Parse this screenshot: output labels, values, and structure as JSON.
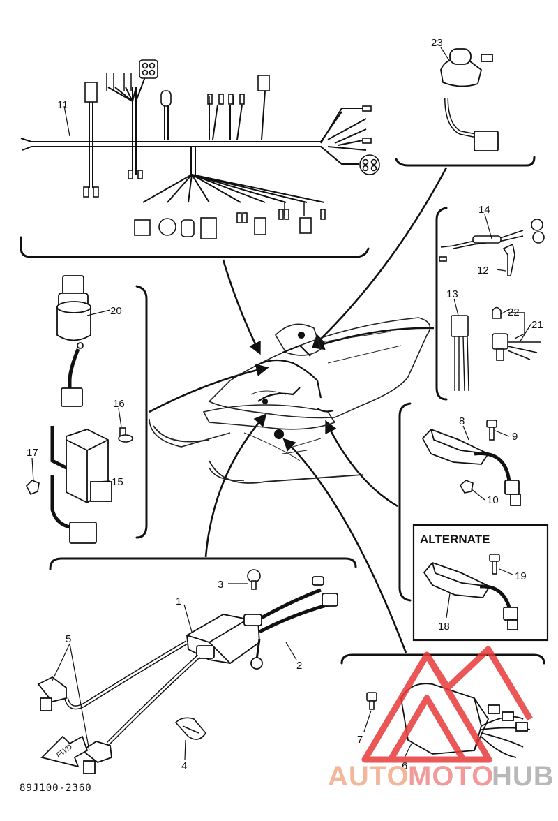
{
  "diagram": {
    "document_number": "89J100-2360",
    "alternate_label": "ALTERNATE",
    "fwd_label": "FWD",
    "callouts": {
      "c1": "1",
      "c2": "2",
      "c3": "3",
      "c4": "4",
      "c5": "5",
      "c6": "6",
      "c7": "7",
      "c8": "8",
      "c9": "9",
      "c10": "10",
      "c11": "11",
      "c12": "12",
      "c13": "13",
      "c14": "14",
      "c15": "15",
      "c16": "16",
      "c17": "17",
      "c18": "18",
      "c19": "19",
      "c20": "20",
      "c21": "21",
      "c22": "22",
      "c23": "23"
    }
  },
  "watermark": {
    "part1": "AUTO",
    "part2": "MOTO",
    "part3": "HUB",
    "colors": {
      "auto": "#f2b79a",
      "moto": "#f29a9a",
      "hub": "#b8b8b8",
      "logo": "#e83a3a"
    }
  }
}
